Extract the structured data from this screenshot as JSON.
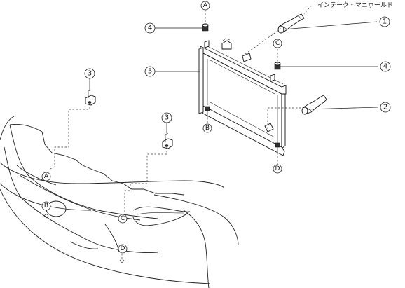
{
  "callouts": {
    "c1": "1",
    "c2": "2",
    "c3a": "3",
    "c3b": "3",
    "c4a": "4",
    "c4b": "4",
    "c5": "5"
  },
  "locators": {
    "a_top": "A",
    "a_body": "A",
    "b_radiator": "B",
    "b_body": "B",
    "c_radiator": "C",
    "c_body": "C",
    "d_radiator": "D",
    "d_body": "D"
  },
  "notes": {
    "intake_manifold": "インテーク・マニホールド"
  }
}
